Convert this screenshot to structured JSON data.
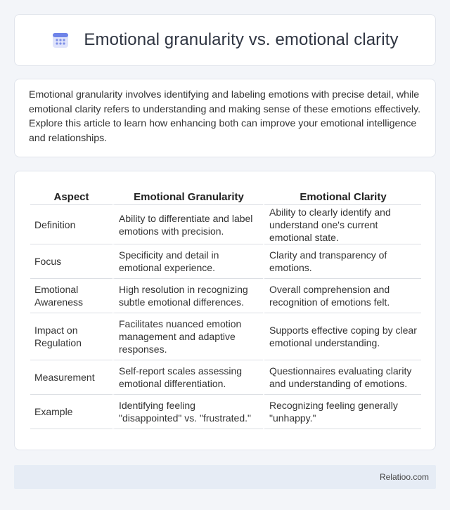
{
  "header": {
    "icon": "calendar-icon",
    "title": "Emotional granularity vs. emotional clarity"
  },
  "intro": {
    "text": "Emotional granularity involves identifying and labeling emotions with precise detail, while emotional clarity refers to understanding and making sense of these emotions effectively. Explore this article to learn how enhancing both can improve your emotional intelligence and relationships."
  },
  "table": {
    "headers": [
      "Aspect",
      "Emotional Granularity",
      "Emotional Clarity"
    ],
    "rows": [
      {
        "aspect": "Definition",
        "granularity": "Ability to differentiate and label emotions with precision.",
        "clarity": "Ability to clearly identify and understand one's current emotional state."
      },
      {
        "aspect": "Focus",
        "granularity": "Specificity and detail in emotional experience.",
        "clarity": "Clarity and transparency of emotions."
      },
      {
        "aspect": "Emotional Awareness",
        "granularity": "High resolution in recognizing subtle emotional differences.",
        "clarity": "Overall comprehension and recognition of emotions felt."
      },
      {
        "aspect": "Impact on Regulation",
        "granularity": "Facilitates nuanced emotion management and adaptive responses.",
        "clarity": "Supports effective coping by clear emotional understanding."
      },
      {
        "aspect": "Measurement",
        "granularity": "Self-report scales assessing emotional differentiation.",
        "clarity": "Questionnaires evaluating clarity and understanding of emotions."
      },
      {
        "aspect": "Example",
        "granularity": "Identifying feeling \"disappointed\" vs. \"frustrated.\"",
        "clarity": "Recognizing feeling generally \"unhappy.\""
      }
    ]
  },
  "footer": {
    "brand": "Relatioo.com"
  }
}
